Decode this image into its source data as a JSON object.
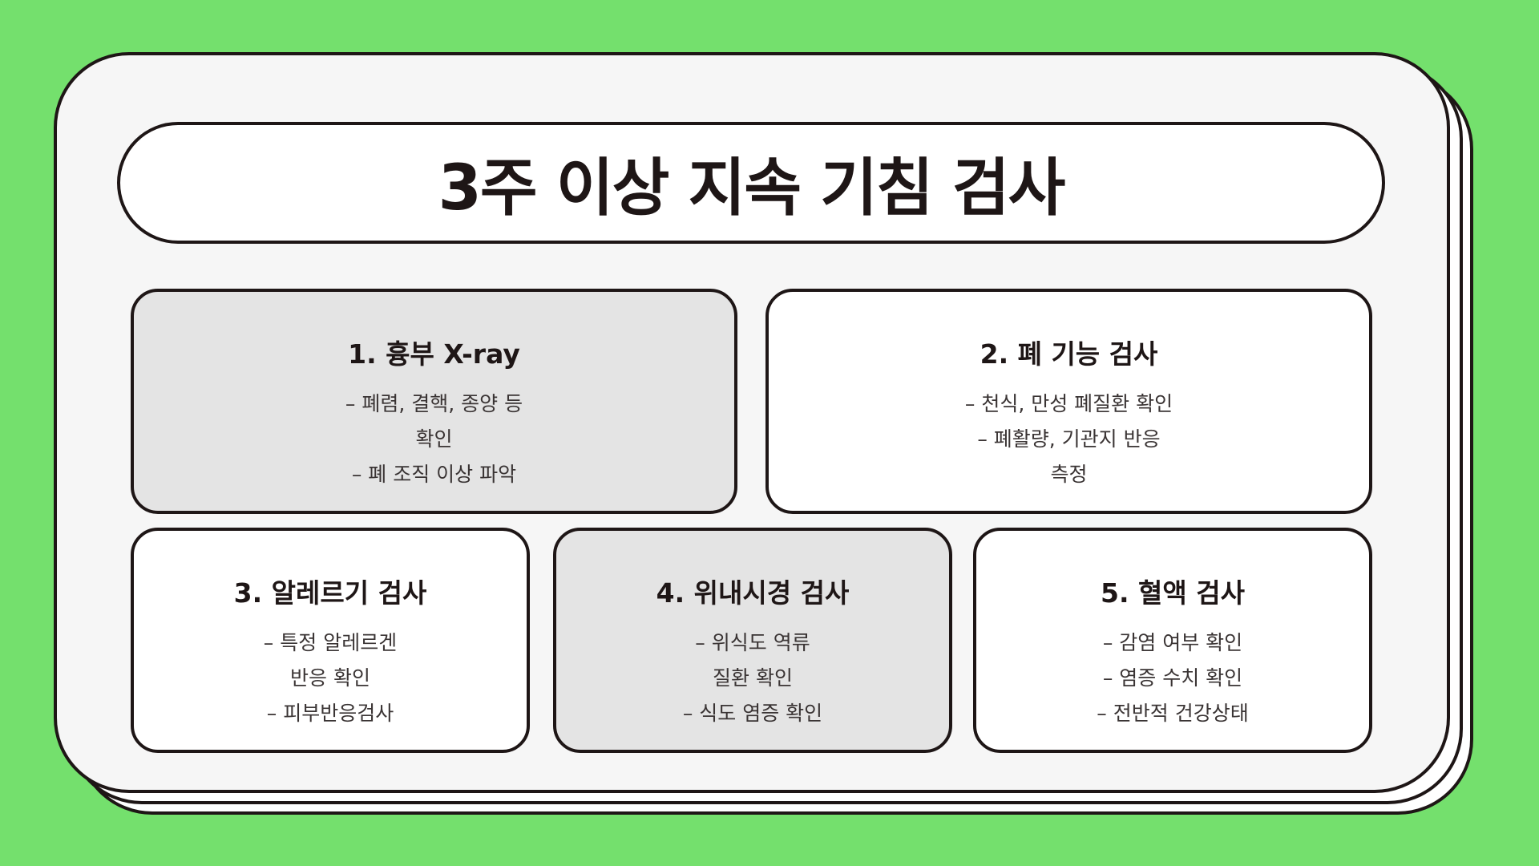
{
  "title": "3주 이상 지속 기침 검사",
  "cards": [
    {
      "title": "1. 흉부 X-ray",
      "lines": [
        "– 폐렴, 결핵, 종양 등",
        "확인",
        "– 폐 조직 이상 파악"
      ]
    },
    {
      "title": "2. 폐 기능 검사",
      "lines": [
        "– 천식, 만성 폐질환 확인",
        "– 폐활량, 기관지 반응",
        "측정"
      ]
    },
    {
      "title": "3. 알레르기 검사",
      "lines": [
        "– 특정 알레르겐",
        "반응 확인",
        "– 피부반응검사"
      ]
    },
    {
      "title": "4. 위내시경 검사",
      "lines": [
        "– 위식도 역류",
        "질환 확인",
        "– 식도 염증 확인"
      ]
    },
    {
      "title": "5. 혈액 검사",
      "lines": [
        "– 감염 여부 확인",
        "– 염증 수치 확인",
        "– 전반적 건강상태"
      ]
    }
  ],
  "colors": {
    "background": "#74e06d",
    "sheet": "#f6f6f6",
    "card_white": "#ffffff",
    "card_gray": "#e4e4e4",
    "ink": "#1e1616"
  }
}
